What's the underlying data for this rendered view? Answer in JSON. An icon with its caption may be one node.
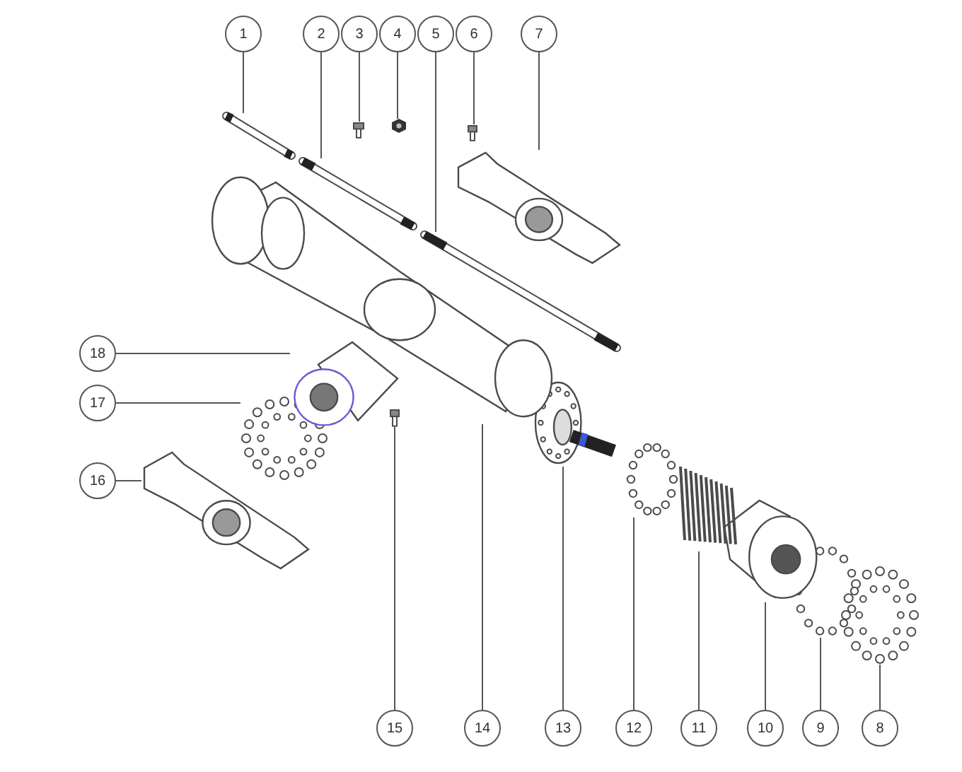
{
  "diagram": {
    "nodes": [
      {
        "text": [
          "1"
        ]
      },
      {
        "text": [
          "2"
        ]
      },
      {
        "text": [
          "3"
        ]
      },
      {
        "text": [
          "4"
        ]
      },
      {
        "text": [
          "5"
        ]
      },
      {
        "text": [
          "6"
        ]
      },
      {
        "text": [
          "7"
        ]
      },
      {
        "text": [
          "8"
        ]
      },
      {
        "text": [
          "9"
        ]
      },
      {
        "text": [
          "10"
        ]
      },
      {
        "text": [
          "11"
        ]
      },
      {
        "text": [
          "12"
        ]
      },
      {
        "text": [
          "13"
        ]
      },
      {
        "text": [
          "14"
        ]
      },
      {
        "text": [
          "15"
        ]
      },
      {
        "text": [
          "16"
        ]
      },
      {
        "text": [
          "17"
        ]
      },
      {
        "text": [
          "18"
        ]
      },
      {
        "text": [],
        "shape": "picture"
      },
      {
        "text": [],
        "shape": "picture"
      },
      {
        "text": [],
        "shape": "picture"
      },
      {
        "text": [],
        "shape": "picture"
      },
      {
        "text": [],
        "shape": "picture"
      },
      {
        "text": [],
        "shape": "picture"
      },
      {
        "text": [],
        "shape": "picture"
      },
      {
        "text": [],
        "shape": "picture"
      },
      {
        "text": [],
        "shape": "picture"
      },
      {
        "text": [],
        "shape": "picture"
      },
      {
        "text": [],
        "shape": "picture"
      },
      {
        "text": [],
        "shape": "picture"
      },
      {
        "text": [],
        "shape": "picture"
      },
      {
        "text": [],
        "shape": "picture"
      },
      {
        "text": [],
        "shape": "picture"
      },
      {
        "text": [],
        "shape": "picture"
      },
      {
        "text": [],
        "shape": "picture"
      },
      {
        "text": [],
        "shape": "picture"
      }
    ],
    "edges": [
      {
        "from": 0,
        "to": 18,
        "arrow": "none"
      },
      {
        "from": 1,
        "to": 19,
        "arrow": "none"
      },
      {
        "from": 2,
        "to": 20,
        "arrow": "none"
      },
      {
        "from": 3,
        "to": 21,
        "arrow": "none"
      },
      {
        "from": 4,
        "to": 22,
        "arrow": "none"
      },
      {
        "from": 5,
        "to": 23,
        "arrow": "none"
      },
      {
        "from": 6,
        "to": 24,
        "arrow": "none"
      },
      {
        "from": 7,
        "to": 25,
        "arrow": "none"
      },
      {
        "from": 8,
        "to": 26,
        "arrow": "none"
      },
      {
        "from": 9,
        "to": 27,
        "arrow": "none"
      },
      {
        "from": 10,
        "to": 28,
        "arrow": "none"
      },
      {
        "from": 11,
        "to": 29,
        "arrow": "none"
      },
      {
        "from": 12,
        "to": 30,
        "arrow": "none"
      },
      {
        "from": 13,
        "to": 31,
        "arrow": "none"
      },
      {
        "from": 14,
        "to": 32,
        "arrow": "none"
      },
      {
        "from": 15,
        "to": 33,
        "arrow": "none"
      },
      {
        "from": 16,
        "to": 34,
        "arrow": "none"
      },
      {
        "from": 17,
        "to": 35,
        "arrow": "none"
      }
    ]
  }
}
